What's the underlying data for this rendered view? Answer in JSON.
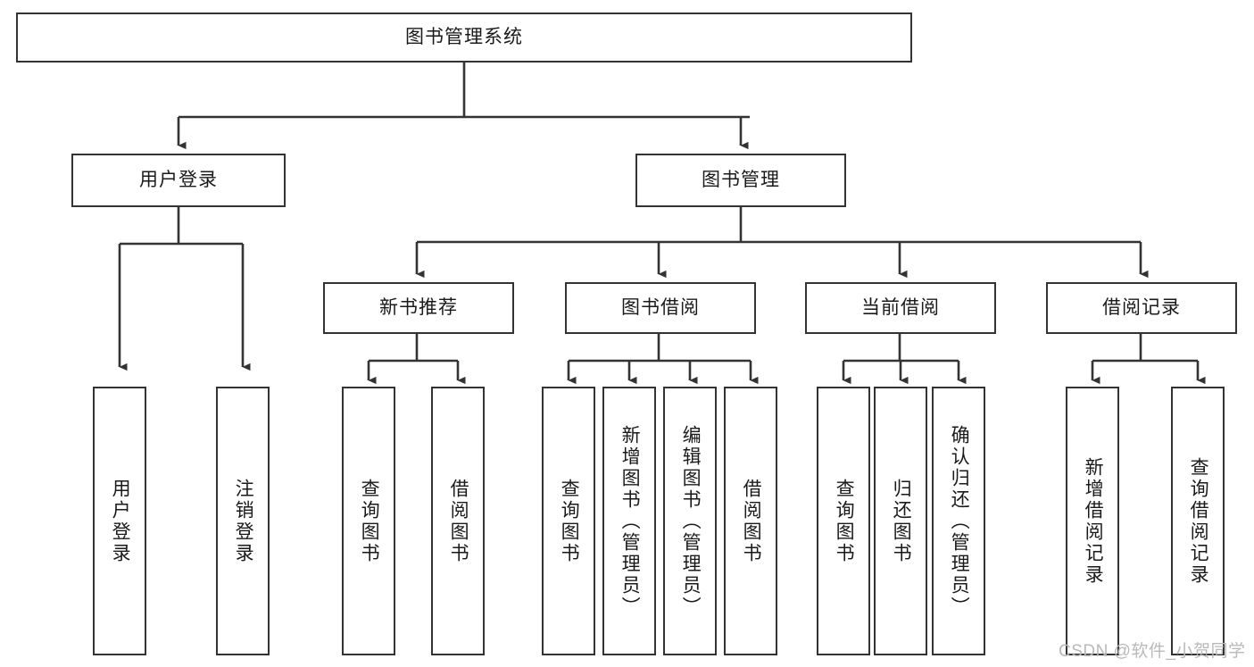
{
  "diagram": {
    "title": "图书管理系统",
    "type": "tree",
    "root": {
      "id": "root",
      "label": "图书管理系统",
      "orientation": "horizontal"
    },
    "level2": [
      {
        "id": "user-login",
        "label": "用户登录",
        "orientation": "horizontal"
      },
      {
        "id": "book-manage",
        "label": "图书管理",
        "orientation": "horizontal"
      }
    ],
    "level3": [
      {
        "id": "new-book-rec",
        "label": "新书推荐",
        "orientation": "horizontal",
        "parent": "book-manage"
      },
      {
        "id": "book-borrow",
        "label": "图书借阅",
        "orientation": "horizontal",
        "parent": "book-manage"
      },
      {
        "id": "current-borrow",
        "label": "当前借阅",
        "orientation": "horizontal",
        "parent": "book-manage"
      },
      {
        "id": "borrow-record",
        "label": "借阅记录",
        "orientation": "horizontal",
        "parent": "book-manage"
      }
    ],
    "leaves": [
      {
        "id": "leaf-user-login",
        "label": "用户登录",
        "orientation": "vertical",
        "parent": "user-login"
      },
      {
        "id": "leaf-user-logout",
        "label": "注销登录",
        "orientation": "vertical",
        "parent": "user-login"
      },
      {
        "id": "leaf-query-book-1",
        "label": "查询图书",
        "orientation": "vertical",
        "parent": "new-book-rec"
      },
      {
        "id": "leaf-borrow-book-1",
        "label": "借阅图书",
        "orientation": "vertical",
        "parent": "new-book-rec"
      },
      {
        "id": "leaf-query-book-2",
        "label": "查询图书",
        "orientation": "vertical",
        "parent": "book-borrow"
      },
      {
        "id": "leaf-add-book",
        "label": "新增图书（管理员）",
        "orientation": "vertical",
        "parent": "book-borrow"
      },
      {
        "id": "leaf-edit-book",
        "label": "编辑图书（管理员）",
        "orientation": "vertical",
        "parent": "book-borrow"
      },
      {
        "id": "leaf-borrow-book-2",
        "label": "借阅图书",
        "orientation": "vertical",
        "parent": "book-borrow"
      },
      {
        "id": "leaf-query-book-3",
        "label": "查询图书",
        "orientation": "vertical",
        "parent": "current-borrow"
      },
      {
        "id": "leaf-return-book",
        "label": "归还图书",
        "orientation": "vertical",
        "parent": "current-borrow"
      },
      {
        "id": "leaf-confirm-return",
        "label": "确认归还（管理员）",
        "orientation": "vertical",
        "parent": "current-borrow"
      },
      {
        "id": "leaf-add-record",
        "label": "新增借阅记录",
        "orientation": "vertical",
        "parent": "borrow-record"
      },
      {
        "id": "leaf-query-record",
        "label": "查询借阅记录",
        "orientation": "vertical",
        "parent": "borrow-record"
      }
    ],
    "colors": {
      "background": "#ffffff",
      "node_fill": "#ffffff",
      "node_stroke": "#333333",
      "edge_stroke": "#333333",
      "text": "#1a1a1a",
      "watermark": "#b9b9b9"
    }
  },
  "watermark": {
    "text": "CSDN @软件_小贺同学"
  }
}
